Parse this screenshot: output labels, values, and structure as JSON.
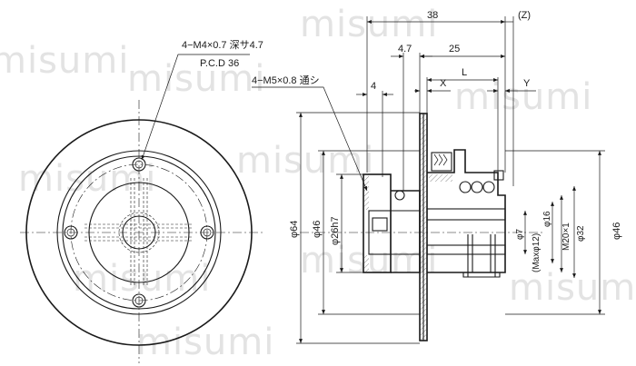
{
  "watermark": "misumi",
  "front_view": {
    "tap_callout_line1": "4−M4×0.7 深サ4.7",
    "tap_callout_line2": "P.C.D 36"
  },
  "side_view": {
    "dims": {
      "overall_length": "38",
      "z_label": "(Z)",
      "d_4_7": "4.7",
      "d_25": "25",
      "d_L": "L",
      "d_4": "4",
      "d_X": "X",
      "d_Y": "Y",
      "phi64": "φ64",
      "phi46_left": "φ46",
      "phi26h7": "φ26h7",
      "phi7": "φ7",
      "max12": "(Maxφ12)",
      "phi16": "φ16",
      "m20": "M20×1",
      "phi32": "φ32",
      "phi46_right": "φ46"
    },
    "through_tap_callout": "4−M5×0.8 通シ"
  }
}
